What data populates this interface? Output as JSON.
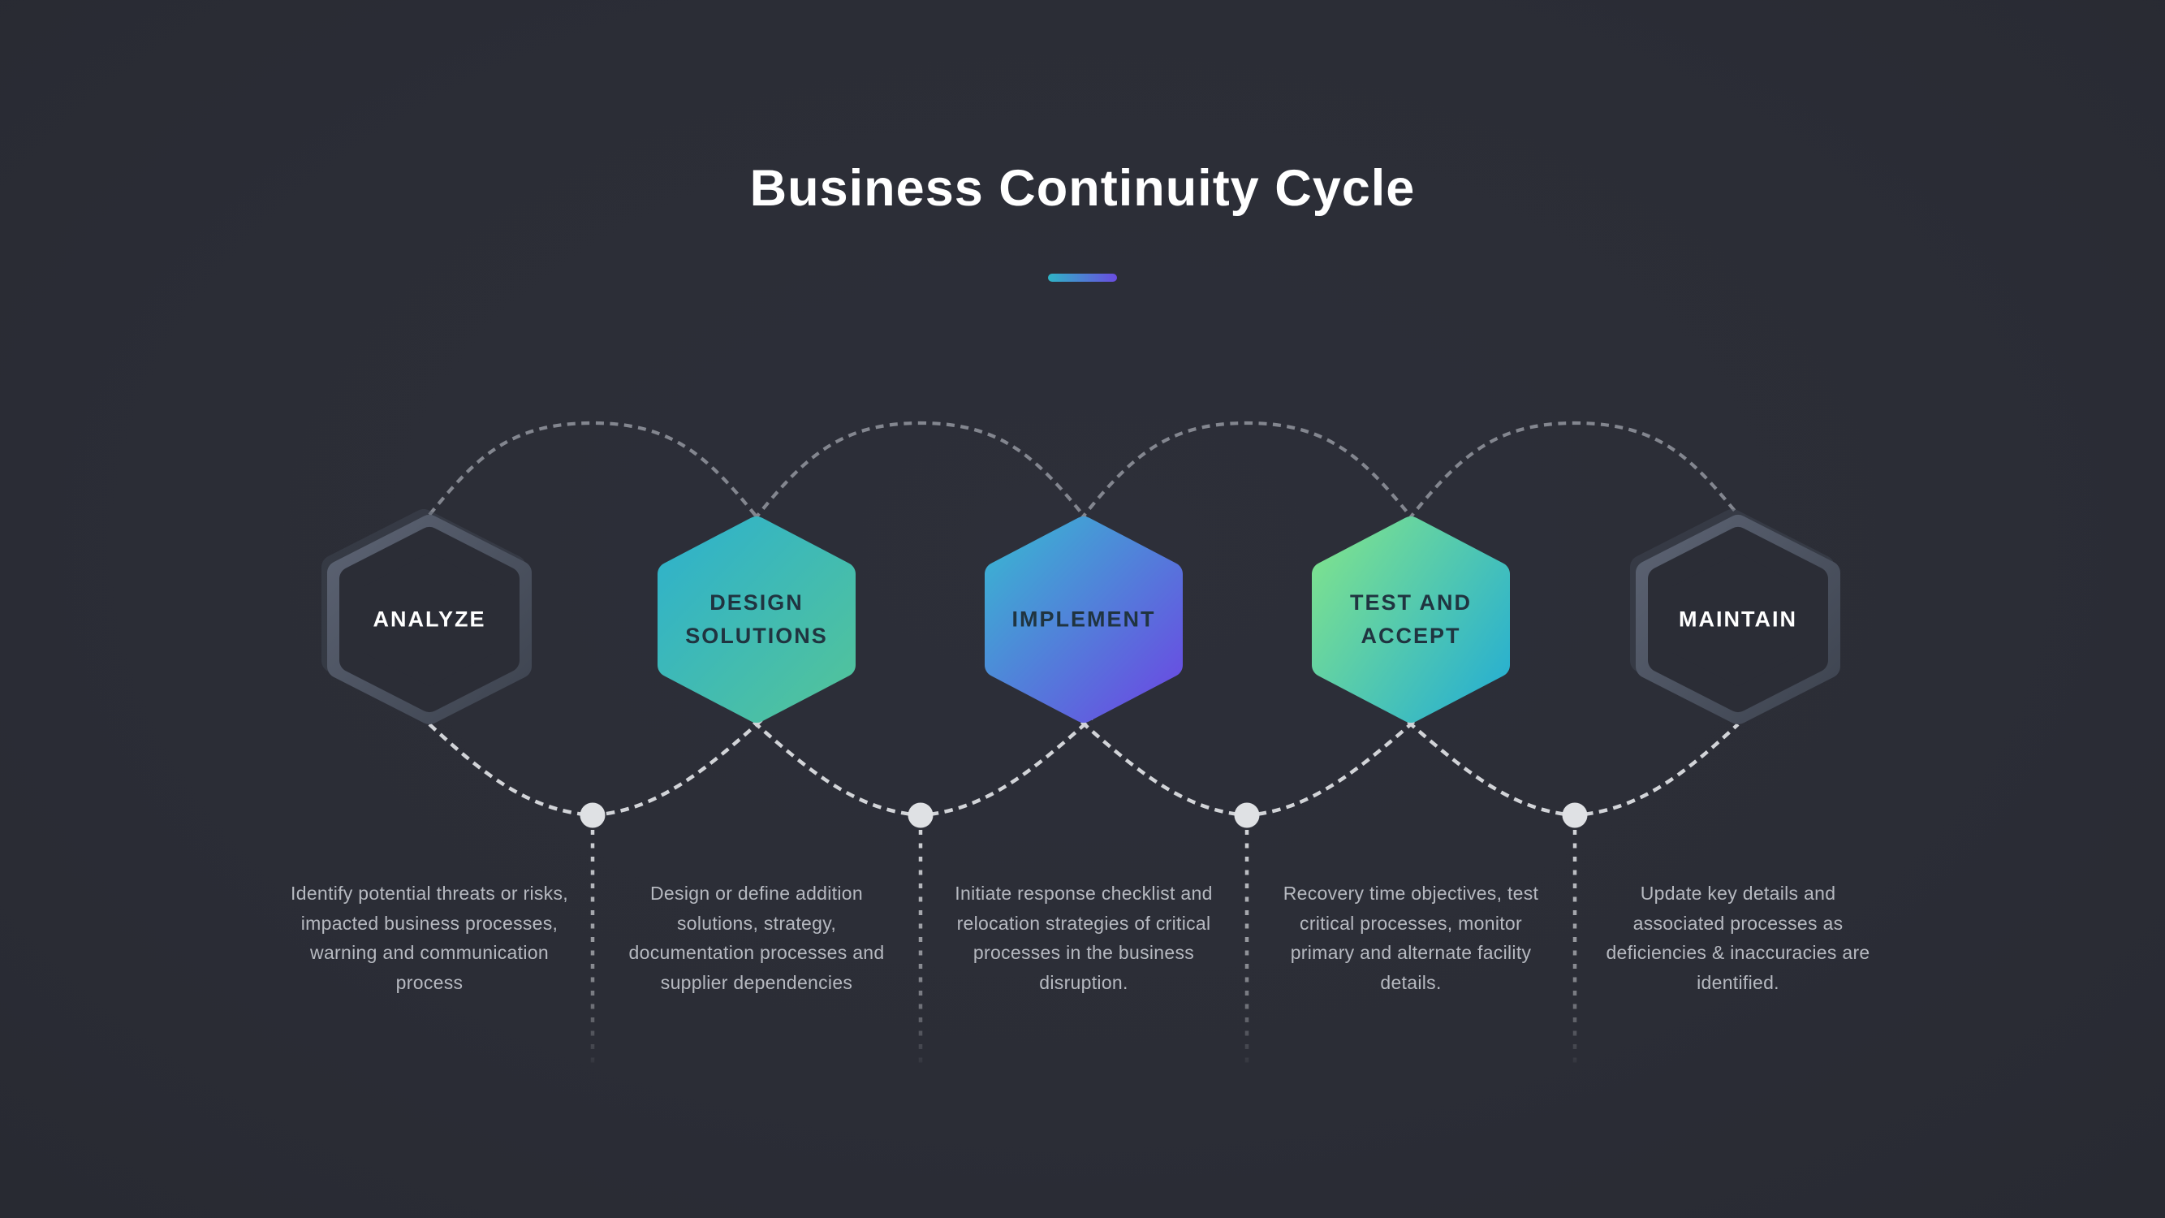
{
  "title": "Business Continuity Cycle",
  "accent_bar": {
    "from": "#2fb4c6",
    "to": "#6a4ce0"
  },
  "theme": {
    "background": "#2b2d36",
    "ring_gradient": [
      "#5b6272",
      "#3e4450"
    ],
    "ring_shadow": "#4a5260",
    "top_wave": "#83868f",
    "bottom_wave": "#d2d4d8",
    "dot": "#dfe1e4",
    "label_on_gradient": "#203440",
    "label_on_outline": "#ffffff",
    "description_text": "#b6b9c0"
  },
  "steps": [
    {
      "label": "ANALYZE",
      "style": "outline",
      "description": "Identify potential threats or risks, impacted business processes, warning and communication process"
    },
    {
      "label": "DESIGN SOLUTIONS",
      "style": "gradient",
      "gradient": [
        "#2fb2cb",
        "#52c39b"
      ],
      "description": "Design or define addition solutions, strategy, documentation processes and supplier dependencies"
    },
    {
      "label": "IMPLEMENT",
      "style": "gradient",
      "gradient": [
        "#3ab4d2",
        "#6a4ae2"
      ],
      "description": "Initiate response checklist and relocation strategies of critical processes in the business disruption."
    },
    {
      "label": "TEST AND ACCEPT",
      "style": "gradient",
      "gradient": [
        "#79df92",
        "#2cb2cd"
      ],
      "description": "Recovery time objectives, test critical processes, monitor primary and alternate facility details."
    },
    {
      "label": "MAINTAIN",
      "style": "outline",
      "description": "Update key details and associated processes as deficiencies & inaccuracies are identified."
    }
  ]
}
